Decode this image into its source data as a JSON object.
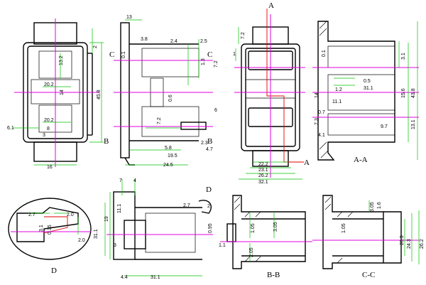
{
  "colors": {
    "object": "#000000",
    "dimension": "#00c000",
    "centerline": "#e000e0",
    "detail": "#e00000",
    "background": "#ffffff"
  },
  "front_view": {
    "dims": [
      "6.1",
      "20.2",
      "13.2",
      "14",
      "45.8",
      "2",
      "20.2",
      "8",
      "3",
      "16"
    ]
  },
  "side_view": {
    "section_letter": "C",
    "arrow_letter": "B",
    "dims": [
      "13",
      "3.8",
      "2.4",
      "2.5",
      "0.1",
      "1.3",
      "7.2",
      "0.6",
      "6",
      "5.8",
      "7.2",
      "19.5",
      "24.5",
      "4.7",
      "2.3"
    ]
  },
  "plan_view": {
    "section_letter": "A",
    "dims": [
      "7.2",
      "1",
      "22.2",
      "23.1",
      "26.2",
      "32.1"
    ]
  },
  "section_aa": {
    "caption": "A-A",
    "dims": [
      "0.1",
      "3.1",
      "0.5",
      "31.1",
      "1.2",
      "14",
      "15.6",
      "43.8",
      "11.1",
      "0.7",
      "7.3",
      "4.1",
      "9.7",
      "13.1"
    ]
  },
  "bottom_side": {
    "detail_letter": "D",
    "dims": [
      "7",
      "4",
      "11.1",
      "19",
      "31.1",
      "3",
      "2.7",
      "2",
      "0.95",
      "4.4",
      "31.1"
    ]
  },
  "detail_d": {
    "caption": "D",
    "dims": [
      "2.7",
      "2.0",
      "0.35",
      "3.1",
      "2.0"
    ]
  },
  "section_bb": {
    "caption": "B-B",
    "dims": [
      "1.05",
      "3.05",
      "1.1",
      "2.05"
    ]
  },
  "section_cc": {
    "caption": "C-C",
    "dims": [
      "3.05",
      "1.6",
      "1.05",
      "20.3",
      "24.3",
      "26.2"
    ]
  }
}
